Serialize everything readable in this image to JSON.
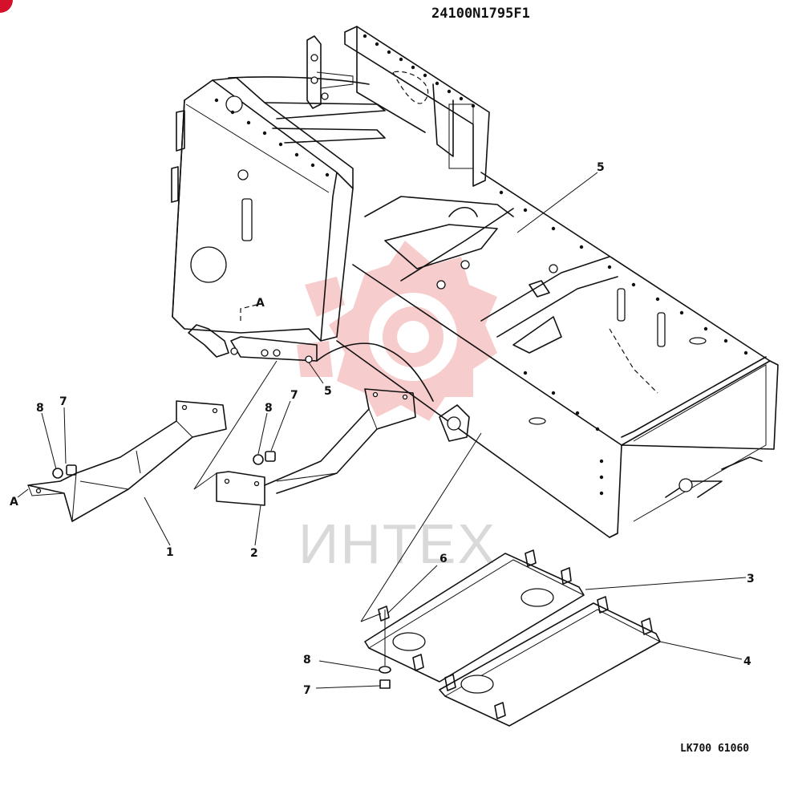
{
  "drawing": {
    "number": "24100N1795F1",
    "footer_code": "LK700 61060",
    "watermark": "ИНТЕХ",
    "colors": {
      "ink": "#111111",
      "watermark_red": "#f2a3a3",
      "watermark_gray": "#d9d9d9",
      "badge": "#d4102a"
    }
  },
  "callouts": {
    "part_1": "1",
    "part_2": "2",
    "part_3": "3",
    "part_4": "4",
    "part_5_top": "5",
    "part_5_mid": "5",
    "part_6": "6",
    "part_7_left": "7",
    "part_7_mid": "7",
    "part_7_bottom": "7",
    "part_8_left": "8",
    "part_8_mid": "8",
    "part_8_bottom": "8",
    "view_a_left": "A",
    "view_a_top": "A"
  }
}
